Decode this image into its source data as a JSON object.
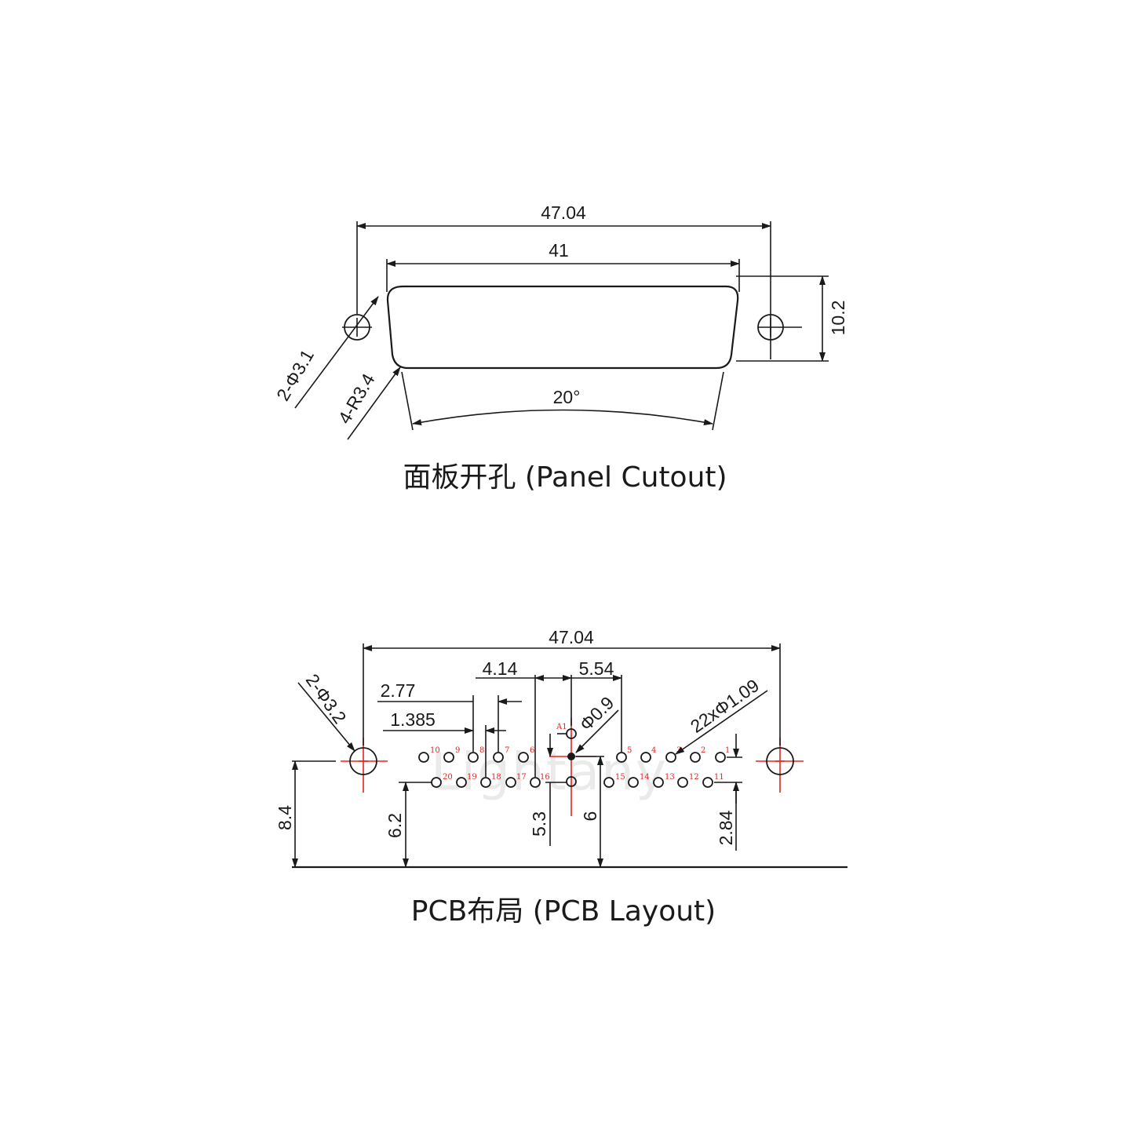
{
  "panel_cutout": {
    "caption": "面板开孔 (Panel Cutout)",
    "dim_overall_width": "47.04",
    "dim_shell_width": "41",
    "dim_height": "10.2",
    "dim_mount_holes": "2-Φ3.1",
    "dim_corner_radius": "4-R3.4",
    "dim_angle": "20°"
  },
  "pcb_layout": {
    "caption": "PCB布局 (PCB Layout)",
    "watermark": "Lightany",
    "dim_overall_width": "47.04",
    "dim_mount_holes": "2-Φ3.2",
    "dim_pitch_2_77": "2.77",
    "dim_pitch_1_385": "1.385",
    "dim_4_14": "4.14",
    "dim_5_54": "5.54",
    "dim_coax_hole": "Φ0.9",
    "dim_signal_holes": "22xΦ1.09",
    "dim_8_4": "8.4",
    "dim_6_2": "6.2",
    "dim_5_3": "5.3",
    "dim_9": "9",
    "dim_2_84": "2.84",
    "contact_a1_label": "A1",
    "pin_labels_top": [
      "10",
      "9",
      "8",
      "7",
      "6",
      "5",
      "4",
      "3",
      "2",
      "1"
    ],
    "pin_labels_bottom": [
      "20",
      "19",
      "18",
      "17",
      "16",
      "15",
      "14",
      "13",
      "12",
      "11"
    ],
    "label_color": "#e8231e"
  }
}
